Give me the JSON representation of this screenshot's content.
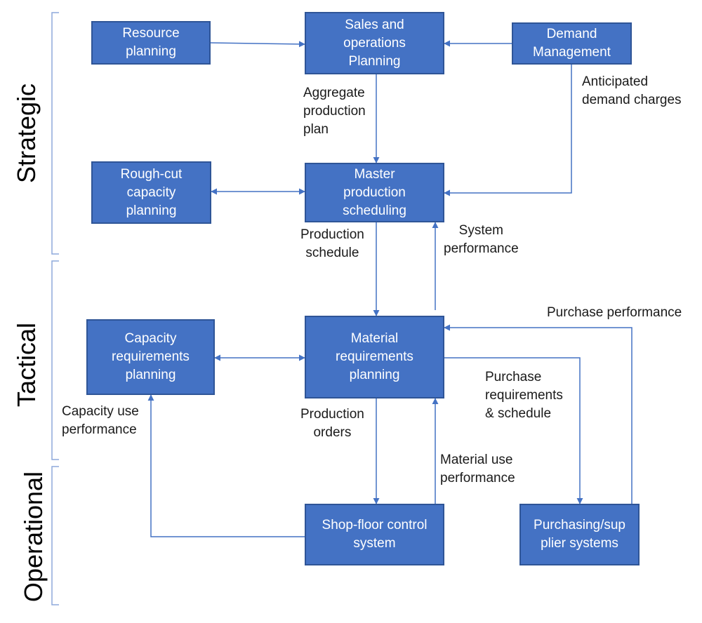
{
  "colors": {
    "box_fill": "#4472C4",
    "box_border": "#2F5597",
    "arrow": "#4472C4",
    "bracket": "#8EA9DB",
    "text": "#1a1a1a"
  },
  "sections": {
    "strategic": "Strategic",
    "tactical": "Tactical",
    "operational": "Operational"
  },
  "nodes": {
    "resource": "Resource\nplanning",
    "sop": "Sales and\noperations\nPlanning",
    "demand": "Demand\nManagement",
    "roughcut": "Rough-cut\ncapacity\nplanning",
    "mps": "Master\nproduction\nscheduling",
    "crp": "Capacity\nrequirements\nplanning",
    "mrp": "Material\nrequirements\nplanning",
    "shopfloor": "Shop-floor control\nsystem",
    "purchasing": "Purchasing/sup\nplier systems"
  },
  "edge_labels": {
    "aggregate": "Aggregate\nproduction\nplan",
    "anticipated": "Anticipated\ndemand charges",
    "prod_schedule": "Production\nschedule",
    "system_perf": "System\nperformance",
    "purchase_perf": "Purchase performance",
    "purchase_req": "Purchase\nrequirements\n& schedule",
    "capacity_use": "Capacity use\nperformance",
    "prod_orders": "Production\norders",
    "material_use": "Material use\nperformance"
  }
}
